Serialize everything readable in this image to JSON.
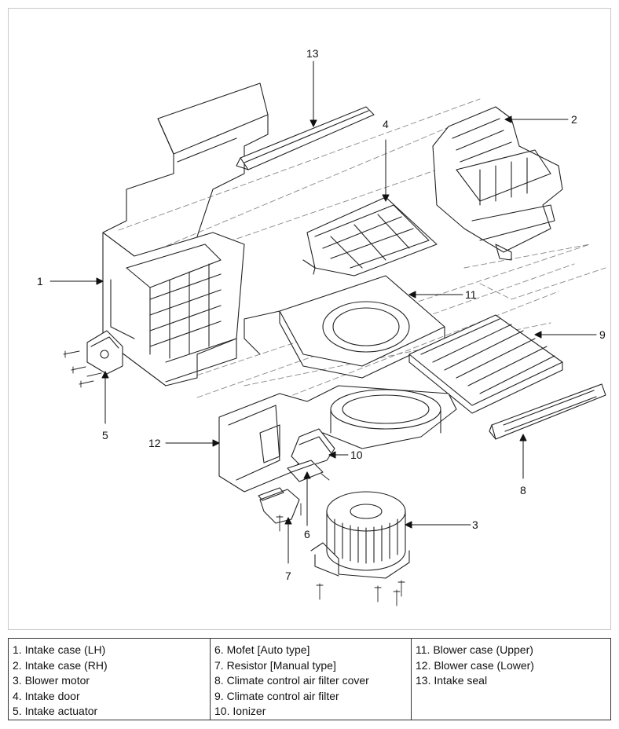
{
  "callouts": {
    "c1": "1",
    "c2": "2",
    "c3": "3",
    "c4": "4",
    "c5": "5",
    "c6": "6",
    "c7": "7",
    "c8": "8",
    "c9": "9",
    "c10": "10",
    "c11": "11",
    "c12": "12",
    "c13": "13"
  },
  "legend": {
    "col1": [
      "1. Intake case (LH)",
      "2. Intake case (RH)",
      "3. Blower motor",
      "4. Intake door",
      "5. Intake actuator"
    ],
    "col2": [
      "6. Mofet [Auto type]",
      "7. Resistor [Manual type]",
      "8. Climate control air filter cover",
      "9. Climate control air filter",
      "10. Ionizer"
    ],
    "col3": [
      "11. Blower case (Upper)",
      "12. Blower case (Lower)",
      "13. Intake seal"
    ]
  }
}
